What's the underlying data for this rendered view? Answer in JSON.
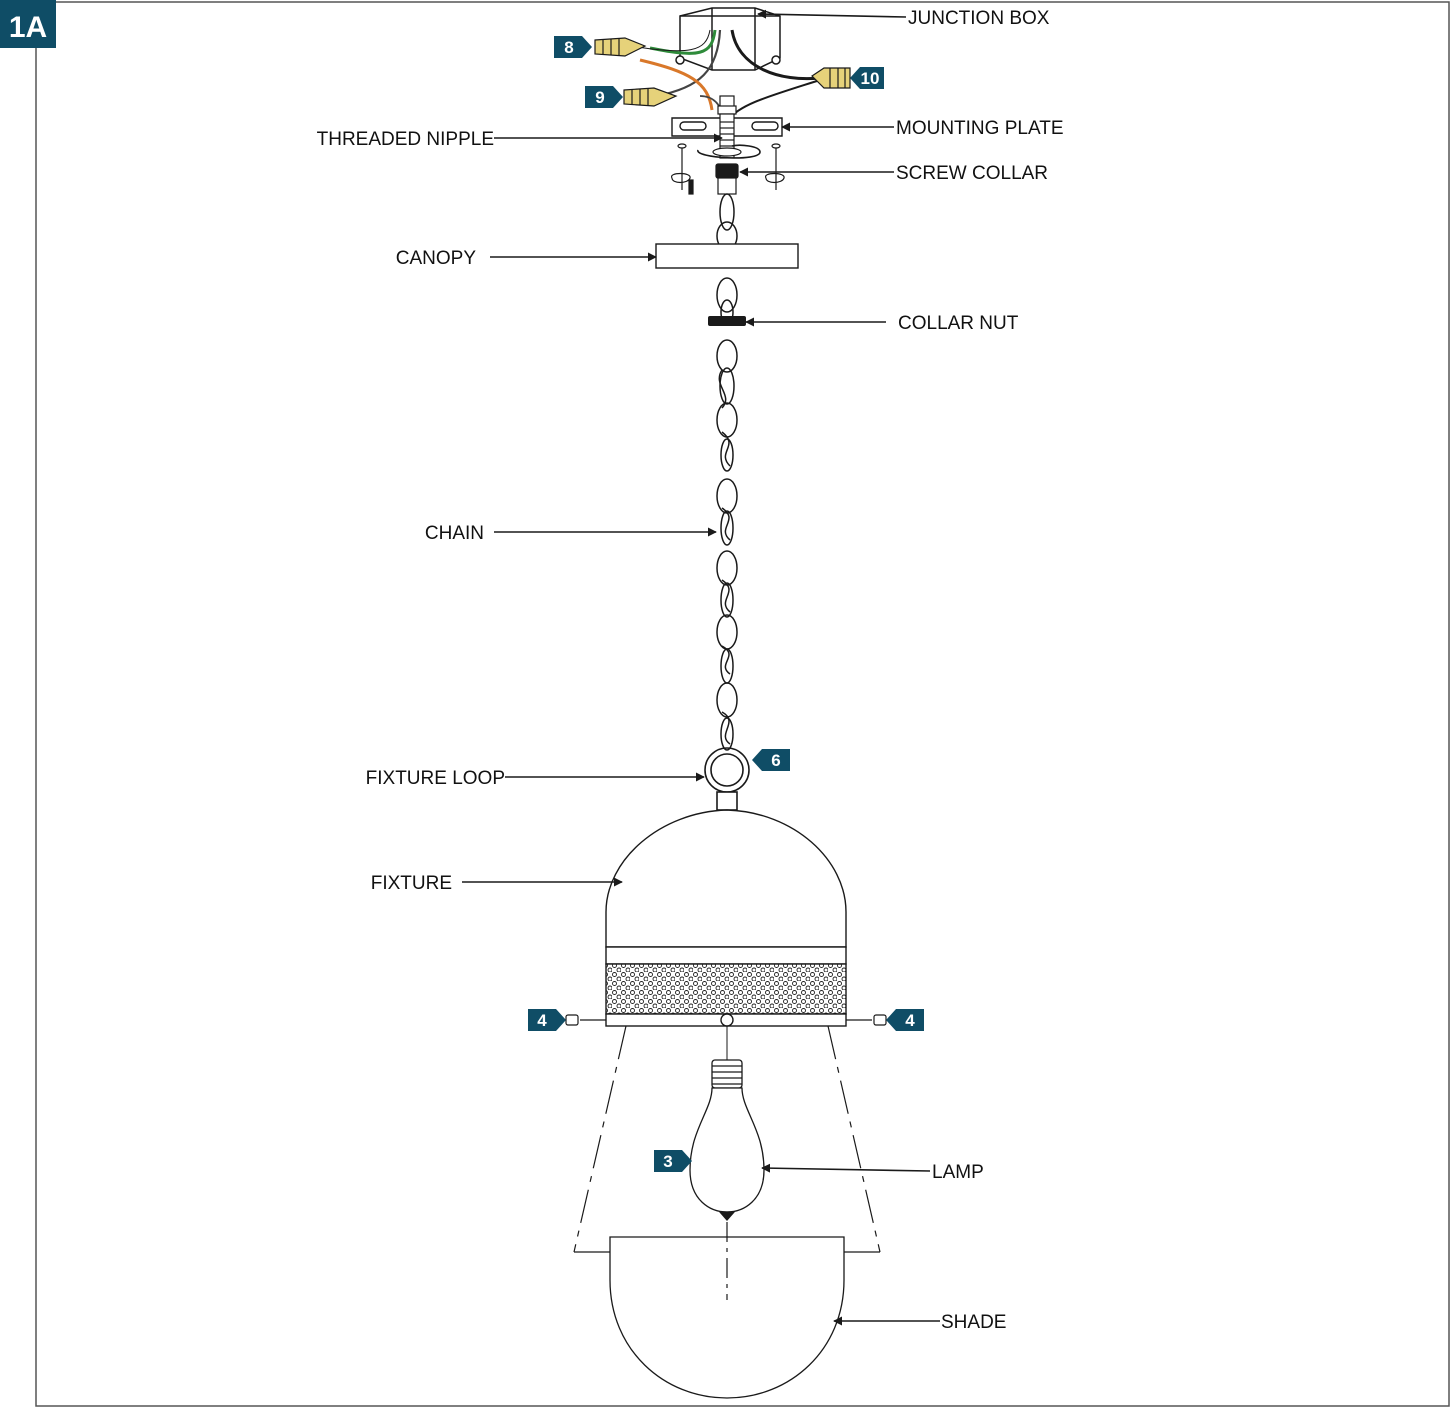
{
  "figure": {
    "id": "1A"
  },
  "colors": {
    "accent": "#0f4d66",
    "line": "#1a1a1a",
    "green_wire": "#2e8b3a",
    "orange_wire": "#d9782a",
    "wire_nut": "#e6d27a"
  },
  "labels": {
    "junction_box": "JUNCTION BOX",
    "mounting_plate": "MOUNTING PLATE",
    "threaded_nipple": "THREADED NIPPLE",
    "screw_collar": "SCREW COLLAR",
    "canopy": "CANOPY",
    "collar_nut": "COLLAR NUT",
    "chain": "CHAIN",
    "fixture_loop": "FIXTURE LOOP",
    "fixture": "FIXTURE",
    "lamp": "LAMP",
    "shade": "SHADE"
  },
  "steps": {
    "s8": "8",
    "s9": "9",
    "s10": "10",
    "s6": "6",
    "s4_left": "4",
    "s4_right": "4",
    "s3": "3"
  }
}
